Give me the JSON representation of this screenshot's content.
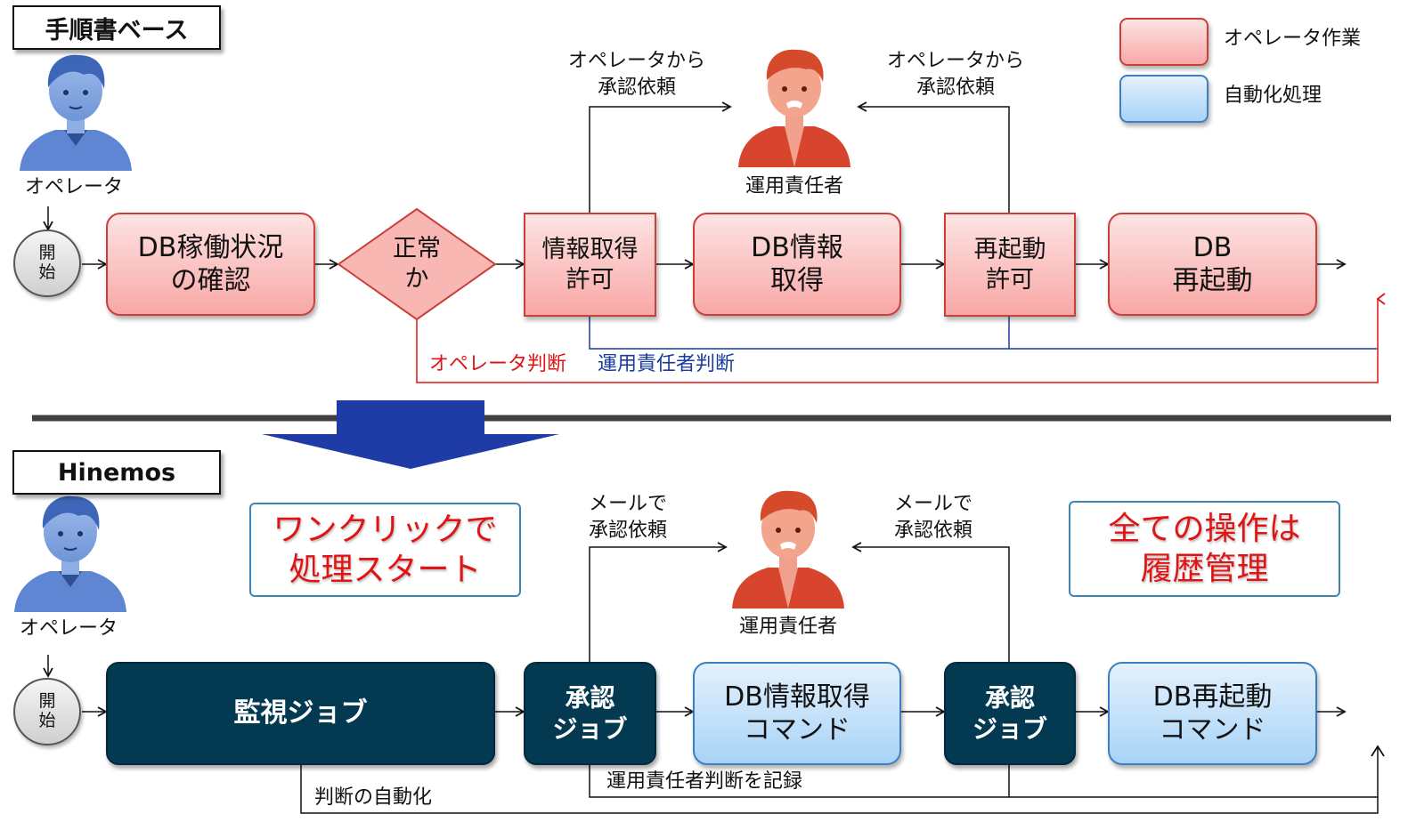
{
  "top": {
    "label": "手順書ベース",
    "operator": "オペレータ",
    "start": [
      "開",
      "始"
    ],
    "check": [
      "DB稼働状況",
      "の確認"
    ],
    "decision": [
      "正常",
      "か"
    ],
    "info_permit": [
      "情報取得",
      "許可"
    ],
    "db_info": [
      "DB情報",
      "取得"
    ],
    "restart_permit": [
      "再起動",
      "許可"
    ],
    "db_restart": [
      "DB",
      "再起動"
    ],
    "request_left": [
      "オペレータから",
      "承認依頼"
    ],
    "request_right": [
      "オペレータから",
      "承認依頼"
    ],
    "manager": "運用責任者",
    "operator_judgment": "オペレータ判断",
    "manager_judgment": "運用責任者判断"
  },
  "legend": {
    "operator_work": "オペレータ作業",
    "automation": "自動化処理"
  },
  "bottom": {
    "label": "Hinemos",
    "operator": "オペレータ",
    "start": [
      "開",
      "始"
    ],
    "monitor_job": "監視ジョブ",
    "approval_job_1": [
      "承認",
      "ジョブ"
    ],
    "db_info_cmd": [
      "DB情報取得",
      "コマンド"
    ],
    "approval_job_2": [
      "承認",
      "ジョブ"
    ],
    "db_restart_cmd": [
      "DB再起動",
      "コマンド"
    ],
    "mail_left": [
      "メールで",
      "承認依頼"
    ],
    "mail_right": [
      "メールで",
      "承認依頼"
    ],
    "manager": "運用責任者",
    "one_click": [
      "ワンクリックで",
      "処理スタート"
    ],
    "history": [
      "全ての操作は",
      "履歴管理"
    ],
    "record_judgment": "運用責任者判断を記録",
    "auto_judgment": "判断の自動化"
  },
  "colors": {
    "operator_red": "#e01414",
    "manager_blue": "#1a3c9e",
    "navy": "#033a52",
    "pink_border": "#c9403a",
    "blue_border": "#3d7fc0"
  }
}
